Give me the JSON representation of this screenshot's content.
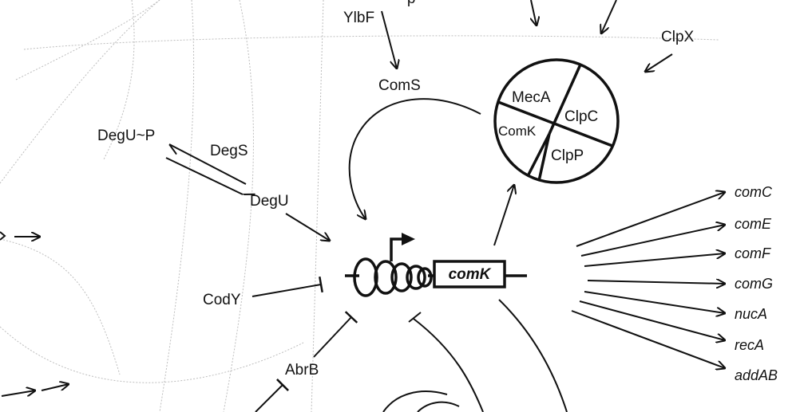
{
  "labels": {
    "ylbf": "YlbF",
    "coms": "ComS",
    "clpx": "ClpX",
    "degup": "DegU~P",
    "degs": "DegS",
    "degu": "DegU",
    "cody": "CodY",
    "abrb": "AbrB",
    "complex_meca": "MecA",
    "complex_clpc": "ClpC",
    "complex_comk": "ComK",
    "complex_clpp": "ClpP",
    "gene_comk": "comK",
    "partial_top": "-- p"
  },
  "targets": [
    "comC",
    "comE",
    "comF",
    "comG",
    "nucA",
    "recA",
    "addAB"
  ]
}
